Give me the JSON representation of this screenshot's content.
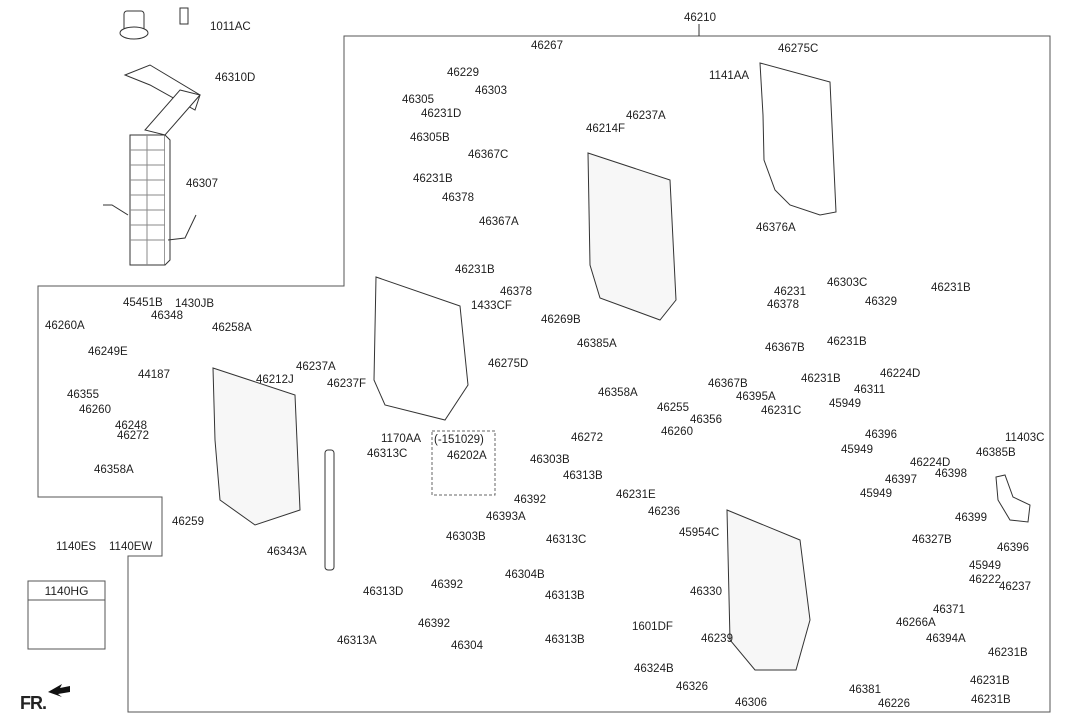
{
  "diagram": {
    "title": "Automatic transmission valve body assembly",
    "assembly_number": "46210",
    "direction_label": "FR.",
    "inset_box": {
      "title": "1140HG"
    },
    "version_note": "(-151029)",
    "colors": {
      "line": "#333333",
      "background": "#ffffff",
      "outline": "#555555"
    },
    "labels": [
      {
        "id": "l1",
        "text": "1011AC"
      },
      {
        "id": "l2",
        "text": "46310D"
      },
      {
        "id": "l3",
        "text": "46307"
      },
      {
        "id": "l4",
        "text": "46210"
      },
      {
        "id": "l5",
        "text": "46267"
      },
      {
        "id": "l6",
        "text": "46229"
      },
      {
        "id": "l7",
        "text": "46303"
      },
      {
        "id": "l8",
        "text": "46305"
      },
      {
        "id": "l9",
        "text": "46231D"
      },
      {
        "id": "l10",
        "text": "46305B"
      },
      {
        "id": "l11",
        "text": "46231B"
      },
      {
        "id": "l12",
        "text": "46367C"
      },
      {
        "id": "l13",
        "text": "46378"
      },
      {
        "id": "l14",
        "text": "46237A"
      },
      {
        "id": "l15",
        "text": "46214F"
      },
      {
        "id": "l16",
        "text": "1141AA"
      },
      {
        "id": "l17",
        "text": "46275C"
      },
      {
        "id": "l18",
        "text": "46367A"
      },
      {
        "id": "l19",
        "text": "46231B"
      },
      {
        "id": "l20",
        "text": "46378"
      },
      {
        "id": "l21",
        "text": "46376A"
      },
      {
        "id": "l22",
        "text": "46231"
      },
      {
        "id": "l23",
        "text": "46303C"
      },
      {
        "id": "l24",
        "text": "46329"
      },
      {
        "id": "l25",
        "text": "46231B"
      },
      {
        "id": "l26",
        "text": "46378"
      },
      {
        "id": "l27",
        "text": "46231B"
      },
      {
        "id": "l28",
        "text": "46367B"
      },
      {
        "id": "l29",
        "text": "46367B"
      },
      {
        "id": "l30",
        "text": "46231B"
      },
      {
        "id": "l31",
        "text": "46395A"
      },
      {
        "id": "l32",
        "text": "46231C"
      },
      {
        "id": "l33",
        "text": "46269B"
      },
      {
        "id": "l34",
        "text": "46385A"
      },
      {
        "id": "l35",
        "text": "1433CF"
      },
      {
        "id": "l36",
        "text": "46275D"
      },
      {
        "id": "l37",
        "text": "45451B"
      },
      {
        "id": "l38",
        "text": "1430JB"
      },
      {
        "id": "l39",
        "text": "46348"
      },
      {
        "id": "l40",
        "text": "46260A"
      },
      {
        "id": "l41",
        "text": "46258A"
      },
      {
        "id": "l42",
        "text": "46249E"
      },
      {
        "id": "l43",
        "text": "46355"
      },
      {
        "id": "l44",
        "text": "44187"
      },
      {
        "id": "l45",
        "text": "46212J"
      },
      {
        "id": "l46",
        "text": "46237A"
      },
      {
        "id": "l47",
        "text": "46237F"
      },
      {
        "id": "l48",
        "text": "46260"
      },
      {
        "id": "l49",
        "text": "46248"
      },
      {
        "id": "l50",
        "text": "46272"
      },
      {
        "id": "l51",
        "text": "46358A"
      },
      {
        "id": "l52",
        "text": "46259"
      },
      {
        "id": "l53",
        "text": "1140ES"
      },
      {
        "id": "l54",
        "text": "1140EW"
      },
      {
        "id": "l55",
        "text": "46343A"
      },
      {
        "id": "l56",
        "text": "1170AA"
      },
      {
        "id": "l57",
        "text": "46313C"
      },
      {
        "id": "l58",
        "text": "46202A"
      },
      {
        "id": "l59",
        "text": "46358A"
      },
      {
        "id": "l60",
        "text": "46272"
      },
      {
        "id": "l61",
        "text": "46260"
      },
      {
        "id": "l62",
        "text": "46255"
      },
      {
        "id": "l63",
        "text": "46356"
      },
      {
        "id": "l64",
        "text": "46303B"
      },
      {
        "id": "l65",
        "text": "46392"
      },
      {
        "id": "l66",
        "text": "46313B"
      },
      {
        "id": "l67",
        "text": "46393A"
      },
      {
        "id": "l68",
        "text": "46303B"
      },
      {
        "id": "l69",
        "text": "46304B"
      },
      {
        "id": "l70",
        "text": "46313C"
      },
      {
        "id": "l71",
        "text": "46392"
      },
      {
        "id": "l72",
        "text": "46313B"
      },
      {
        "id": "l73",
        "text": "46313D"
      },
      {
        "id": "l74",
        "text": "46392"
      },
      {
        "id": "l75",
        "text": "46304"
      },
      {
        "id": "l76",
        "text": "46313B"
      },
      {
        "id": "l77",
        "text": "46313A"
      },
      {
        "id": "l78",
        "text": "46231E"
      },
      {
        "id": "l79",
        "text": "46236"
      },
      {
        "id": "l80",
        "text": "45954C"
      },
      {
        "id": "l81",
        "text": "45949"
      },
      {
        "id": "l82",
        "text": "46311"
      },
      {
        "id": "l83",
        "text": "46224D"
      },
      {
        "id": "l84",
        "text": "46396"
      },
      {
        "id": "l85",
        "text": "45949"
      },
      {
        "id": "l86",
        "text": "46224D"
      },
      {
        "id": "l87",
        "text": "46397"
      },
      {
        "id": "l88",
        "text": "46398"
      },
      {
        "id": "l89",
        "text": "45949"
      },
      {
        "id": "l90",
        "text": "46399"
      },
      {
        "id": "l91",
        "text": "46327B"
      },
      {
        "id": "l92",
        "text": "46396"
      },
      {
        "id": "l93",
        "text": "45949"
      },
      {
        "id": "l94",
        "text": "11403C"
      },
      {
        "id": "l95",
        "text": "46385B"
      },
      {
        "id": "l96",
        "text": "46222"
      },
      {
        "id": "l97",
        "text": "46237"
      },
      {
        "id": "l98",
        "text": "46371"
      },
      {
        "id": "l99",
        "text": "46231B"
      },
      {
        "id": "l100",
        "text": "46266A"
      },
      {
        "id": "l101",
        "text": "46394A"
      },
      {
        "id": "l102",
        "text": "46231B"
      },
      {
        "id": "l103",
        "text": "46231B"
      },
      {
        "id": "l104",
        "text": "46381"
      },
      {
        "id": "l105",
        "text": "46226"
      },
      {
        "id": "l106",
        "text": "46330"
      },
      {
        "id": "l107",
        "text": "1601DF"
      },
      {
        "id": "l108",
        "text": "46239"
      },
      {
        "id": "l109",
        "text": "46324B"
      },
      {
        "id": "l110",
        "text": "46326"
      },
      {
        "id": "l111",
        "text": "46306"
      }
    ]
  }
}
